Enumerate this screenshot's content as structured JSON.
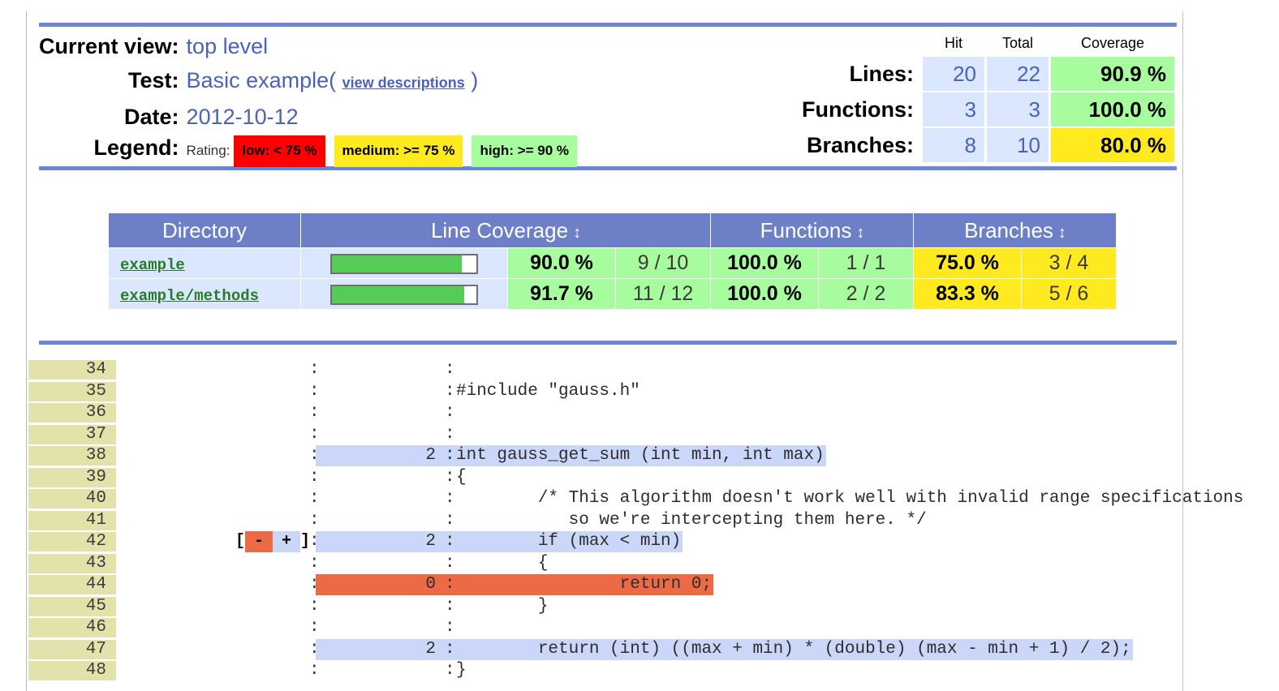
{
  "header": {
    "rows": [
      {
        "label": "Current view:",
        "value": "top level"
      },
      {
        "label": "Test:",
        "value": "Basic example",
        "link": "view descriptions",
        "paren_open": "(",
        "paren_close": ")"
      },
      {
        "label": "Date:",
        "value": "2012-10-12"
      },
      {
        "label": "Legend:",
        "rating_caption": "Rating:"
      }
    ],
    "legend": [
      {
        "text": "low: < 75 %",
        "color": "#ff0000"
      },
      {
        "text": "medium: >= 75 %",
        "color": "#ffea20"
      },
      {
        "text": "high: >= 90 %",
        "color": "#a7fc9d"
      }
    ]
  },
  "stats": {
    "columns": [
      "Hit",
      "Total",
      "Coverage"
    ],
    "rows": [
      {
        "label": "Lines:",
        "hit": "20",
        "total": "22",
        "coverage": "90.9 %",
        "rating": "high"
      },
      {
        "label": "Functions:",
        "hit": "3",
        "total": "3",
        "coverage": "100.0 %",
        "rating": "high"
      },
      {
        "label": "Branches:",
        "hit": "8",
        "total": "10",
        "coverage": "80.0 %",
        "rating": "medium"
      }
    ]
  },
  "dirtable": {
    "headers": [
      {
        "label": "Directory",
        "sortable": false
      },
      {
        "label": "Line Coverage",
        "sortable": true,
        "glyph": "↕"
      },
      {
        "label": "Functions",
        "sortable": true,
        "glyph": "↕"
      },
      {
        "label": "Branches",
        "sortable": true,
        "glyph": "↕"
      }
    ],
    "rows": [
      {
        "directory": "example",
        "line_bar_pct": 90.0,
        "line_pct": "90.0 %",
        "line_frac": "9 / 10",
        "line_rating": "high",
        "func_pct": "100.0 %",
        "func_frac": "1 / 1",
        "func_rating": "high",
        "branch_pct": "75.0 %",
        "branch_frac": "3 / 4",
        "branch_rating": "medium"
      },
      {
        "directory": "example/methods",
        "line_bar_pct": 91.7,
        "line_pct": "91.7 %",
        "line_frac": "11 / 12",
        "line_rating": "high",
        "func_pct": "100.0 %",
        "func_frac": "2 / 2",
        "func_rating": "high",
        "branch_pct": "83.3 %",
        "branch_frac": "5 / 6",
        "branch_rating": "medium"
      }
    ]
  },
  "source": {
    "separator": ":",
    "lines": [
      {
        "no": "34",
        "branch": "",
        "hits": "",
        "code": "",
        "state": "none"
      },
      {
        "no": "35",
        "branch": "",
        "hits": "",
        "code": "#include \"gauss.h\"",
        "state": "none"
      },
      {
        "no": "36",
        "branch": "",
        "hits": "",
        "code": "",
        "state": "none"
      },
      {
        "no": "37",
        "branch": "",
        "hits": "",
        "code": "",
        "state": "none"
      },
      {
        "no": "38",
        "branch": "",
        "hits": "2",
        "code": "int gauss_get_sum (int min, int max)",
        "state": "covered"
      },
      {
        "no": "39",
        "branch": "",
        "hits": "",
        "code": "{",
        "state": "none"
      },
      {
        "no": "40",
        "branch": "",
        "hits": "",
        "code": "        /* This algorithm doesn't work well with invalid range specifications",
        "state": "none"
      },
      {
        "no": "41",
        "branch": "",
        "hits": "",
        "code": "           so we're intercepting them here. */",
        "state": "none"
      },
      {
        "no": "42",
        "branch": "branches",
        "branch_marks": [
          {
            "sym": "-",
            "taken": false
          },
          {
            "sym": "+",
            "taken": true
          }
        ],
        "hits": "2",
        "code": "        if (max < min)",
        "state": "covered"
      },
      {
        "no": "43",
        "branch": "",
        "hits": "",
        "code": "        {",
        "state": "none"
      },
      {
        "no": "44",
        "branch": "",
        "hits": "0",
        "code": "                return 0;",
        "state": "uncovered"
      },
      {
        "no": "45",
        "branch": "",
        "hits": "",
        "code": "        }",
        "state": "none"
      },
      {
        "no": "46",
        "branch": "",
        "hits": "",
        "code": "",
        "state": "none"
      },
      {
        "no": "47",
        "branch": "",
        "hits": "2",
        "code": "        return (int) ((max + min) * (double) (max - min + 1) / 2);",
        "state": "covered"
      },
      {
        "no": "48",
        "branch": "",
        "hits": "",
        "code": "}",
        "state": "none"
      }
    ]
  },
  "colors": {
    "rule": "#6c86d6",
    "table_header": "#6d7fc7",
    "cell_blue": "#dae7fe",
    "high": "#a7fc9d",
    "medium": "#ffea20",
    "low": "#ff0000",
    "lineno_bg": "#e4e2ab",
    "covered": "#cad7f9",
    "uncovered": "#ec6b46",
    "bar_fill": "#55cc55",
    "link": "#4a62b8"
  }
}
